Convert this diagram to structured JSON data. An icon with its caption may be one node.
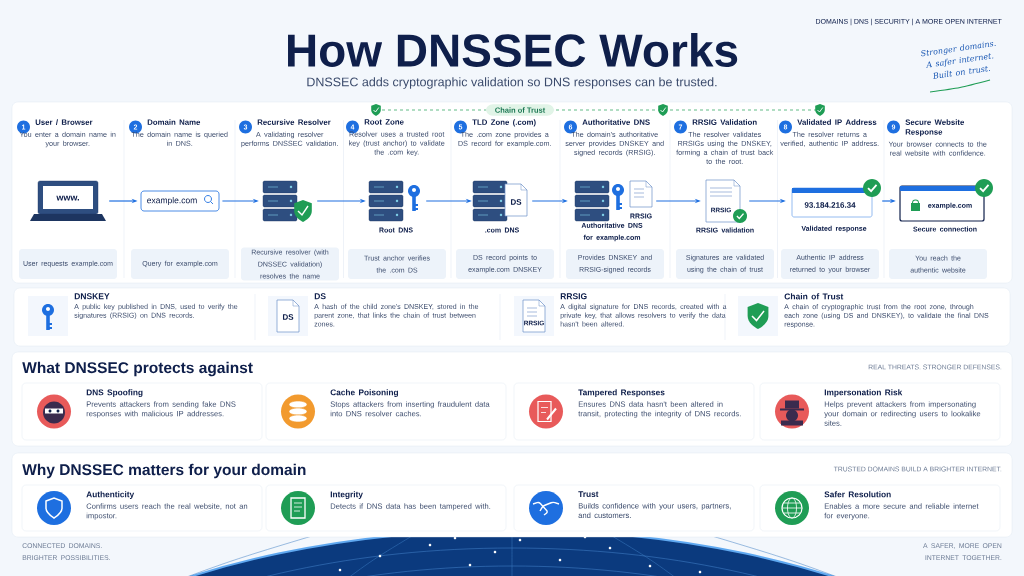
{
  "diagram": {
    "title": "How DNSSEC Works",
    "nodes": [
      {
        "text": [
          "1",
          "User / Browser",
          "You enter a domain name in your browser."
        ]
      },
      {
        "text": [
          "2",
          "Domain Name",
          "The domain name is queried in DNS."
        ]
      },
      {
        "text": [
          "3",
          "Recursive Resolver",
          "A validating resolver performs DNSSEC validation."
        ]
      },
      {
        "text": [
          "4",
          "Root Zone",
          "Resolver uses a trusted root key (trust anchor) to validate the .com key."
        ]
      },
      {
        "text": [
          "5",
          "TLD Zone (.com)",
          "The .com zone provides a DS record for example.com."
        ]
      },
      {
        "text": [
          "6",
          "Authoritative DNS",
          "The domain's authoritative server provides DNSKEY and signed records (RRSIG)."
        ]
      },
      {
        "text": [
          "7",
          "RRSIG Validation",
          "The resolver validates RRSIGs using the DNSKEY, forming a chain of trust back to the root."
        ]
      },
      {
        "text": [
          "8",
          "Validated IP Address",
          "The resolver returns a verified, authentic IP address."
        ]
      },
      {
        "text": [
          "9",
          "Secure Website Response",
          "Your browser connects to the real website with confidence."
        ]
      },
      {
        "text": [
          "www."
        ]
      },
      {
        "text": [
          "example.com"
        ]
      },
      {
        "text": [],
        "shape": "picture"
      },
      {
        "text": [],
        "shape": "picture",
        "beside": [
          "Root DNS"
        ]
      },
      {
        "text": [
          "DS"
        ],
        "beside": [
          ".com DNS"
        ]
      },
      {
        "text": [
          "RRSIG"
        ],
        "beside": [
          "Authoritative DNS for example.com"
        ]
      },
      {
        "text": [
          "RRSIG"
        ],
        "beside": [
          "RRSIG validation"
        ]
      },
      {
        "text": [
          "93.184.216.34"
        ],
        "beside": [
          "Validated response"
        ]
      },
      {
        "text": [
          "example.com"
        ],
        "beside": [
          "Secure connection"
        ]
      },
      {
        "text": [
          "User requests example.com"
        ]
      },
      {
        "text": [
          "Query for example.com"
        ]
      },
      {
        "text": [
          "Recursive resolver (with DNSSEC validation) resolves the name"
        ]
      },
      {
        "text": [
          "Trust anchor verifies the .com DS"
        ]
      },
      {
        "text": [
          "DS record points to example.com DNSKEY"
        ]
      },
      {
        "text": [
          "Provides DNSKEY and RRSIG-signed records"
        ]
      },
      {
        "text": [
          "Signatures are validated using the chain of trust"
        ]
      },
      {
        "text": [
          "Authentic IP address returned to your browser"
        ]
      },
      {
        "text": [
          "You reach the authentic website"
        ]
      },
      {
        "text": [
          "Chain of Trust"
        ]
      },
      {
        "text": [
          "DNSKEY",
          "A public key published in DNS, used to verify the signatures (RRSIG) on DNS records."
        ]
      },
      {
        "text": [
          "DS",
          "DS",
          "A hash of the child zone's DNSKEY, stored in the parent zone, that links the chain of trust between zones."
        ]
      },
      {
        "text": [
          "RRSIG",
          "RRSIG",
          "A digital signature for DNS records, created with a private key, that allows resolvers to verify the data hasn't been altered."
        ]
      },
      {
        "text": [
          "Chain of Trust",
          "A chain of cryptographic trust from the root zone, through each zone (using DS and DNSKEY), to validate the final DNS response."
        ]
      },
      {
        "text": [
          "DNS Spoofing",
          "Prevents attackers from sending fake DNS responses with malicious IP addresses."
        ]
      },
      {
        "text": [
          "Cache Poisoning",
          "Stops attackers from inserting fraudulent data into DNS resolver caches."
        ]
      },
      {
        "text": [
          "Tampered Responses",
          "Ensures DNS data hasn't been altered in transit, protecting the integrity of DNS records."
        ]
      },
      {
        "text": [
          "Impersonation Risk",
          "Helps prevent attackers from impersonating your domain or redirecting users to lookalike sites."
        ]
      },
      {
        "text": [
          "Authenticity",
          "Confirms users reach the real website, not an impostor."
        ]
      },
      {
        "text": [
          "Integrity",
          "Detects if DNS data has been tampered with."
        ]
      },
      {
        "text": [
          "Trust",
          "Builds confidence with your users, partners, and customers."
        ]
      },
      {
        "text": [
          "Safer Resolution",
          "Enables a more secure and reliable internet for everyone."
        ]
      }
    ],
    "edges": [
      {
        "from": 9,
        "to": 10,
        "arrow": "to"
      },
      {
        "from": 10,
        "to": 11,
        "arrow": "to"
      },
      {
        "from": 11,
        "to": 12,
        "arrow": "to"
      },
      {
        "from": 12,
        "to": 13,
        "arrow": "to"
      },
      {
        "from": 13,
        "to": 14,
        "arrow": "to"
      },
      {
        "from": 14,
        "to": 15,
        "arrow": "to"
      },
      {
        "from": 15,
        "to": 16,
        "arrow": "to"
      },
      {
        "from": 16,
        "to": 17,
        "arrow": "to"
      }
    ],
    "labels": [
      "DOMAINS | DNS | SECURITY | A MORE OPEN INTERNET",
      "Stronger domains. A safer internet. Built on trust.",
      "DNSSEC adds cryptographic validation so DNS responses can be trusted.",
      "What DNSSEC protects against",
      "REAL THREATS. STRONGER DEFENSES.",
      "Why DNSSEC matters for your domain",
      "TRUSTED DOMAINS BUILD A BRIGHTER INTERNET.",
      "CONNECTED DOMAINS. BRIGHTER POSSIBILITIES.",
      "A SAFER, MORE OPEN INTERNET TOGETHER."
    ]
  }
}
